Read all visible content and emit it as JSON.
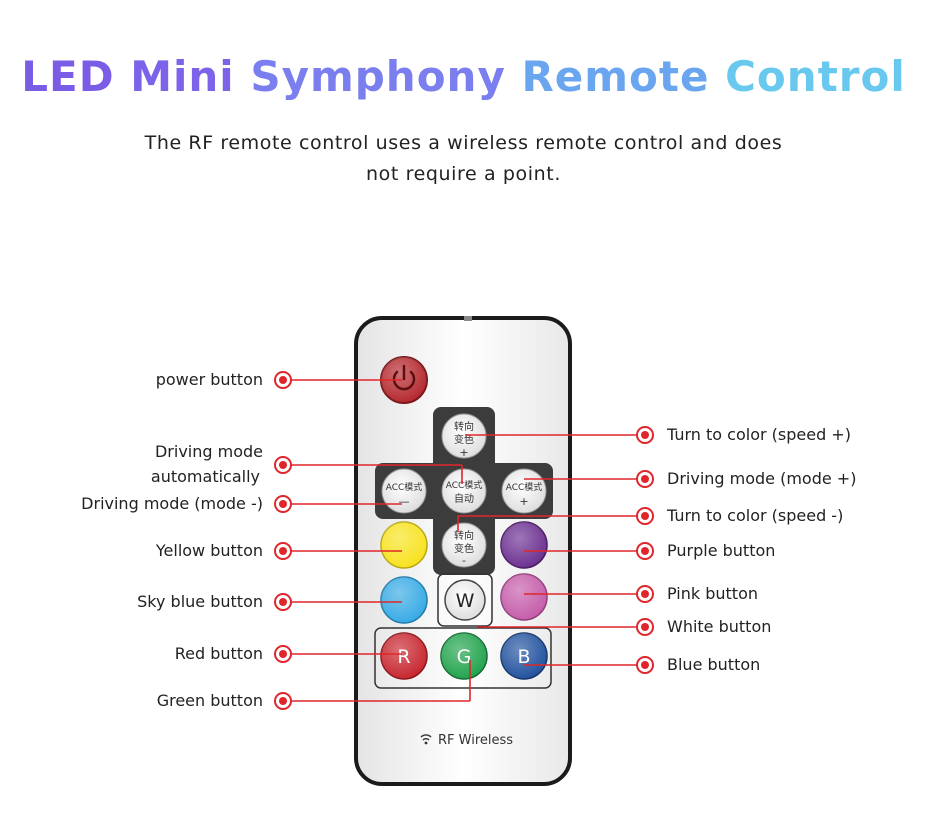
{
  "title": {
    "words": [
      "LED",
      "Mini",
      "Symphony",
      "Remote",
      "Control"
    ]
  },
  "subtitle": {
    "line1": "The RF remote control uses a wireless remote control and does",
    "line2": "not require a point."
  },
  "remote": {
    "footer_text": "RF Wireless",
    "buttons": {
      "speed_up": [
        "转向",
        "变色",
        "+"
      ],
      "speed_down": [
        "转向",
        "变色",
        "-"
      ],
      "mode_minus": [
        "ACC模式",
        "—"
      ],
      "mode_auto": [
        "ACC模式",
        "自动"
      ],
      "mode_plus": [
        "ACC模式",
        "+"
      ],
      "white": "W",
      "red": "R",
      "green": "G",
      "blue": "B"
    }
  },
  "callouts": {
    "power": "power button",
    "driving_auto_1": "Driving mode",
    "driving_auto_2": "automatically",
    "mode_minus": "Driving mode (mode -)",
    "yellow": "Yellow button",
    "sky_blue": "Sky blue button",
    "red": "Red button",
    "green": "Green button",
    "speed_plus": "Turn to color (speed +)",
    "mode_plus": "Driving mode (mode +)",
    "speed_minus": "Turn to color (speed -)",
    "purple": "Purple button",
    "pink": "Pink button",
    "white": "White button",
    "blue": "Blue button"
  },
  "colors": {
    "callout_red": "#e0262b",
    "power": "#b3252b",
    "yellow": "#f7e21b",
    "purple": "#6a2d8f",
    "sky_blue": "#35a9e4",
    "pink": "#c45aa8",
    "red": "#c7232c",
    "green": "#1ea24a",
    "blue": "#1f4f9d"
  }
}
